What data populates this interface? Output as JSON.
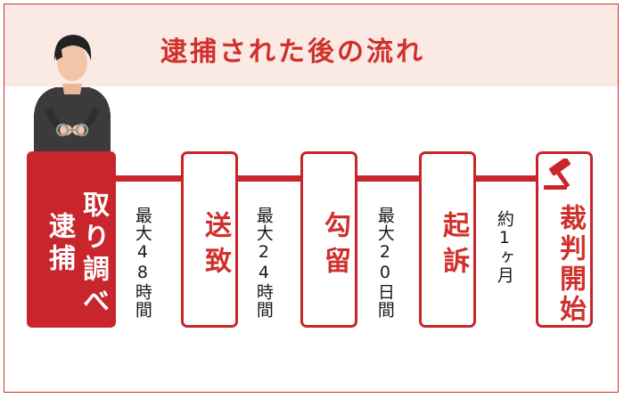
{
  "title": "逮捕された後の流れ",
  "colors": {
    "accent": "#c8262c",
    "title_band": "#fbe9e4"
  },
  "steps": [
    {
      "label_a": "取り調べ",
      "label_b": "逮捕"
    },
    {
      "label": "送致"
    },
    {
      "label": "勾留"
    },
    {
      "label": "起訴"
    },
    {
      "label": "裁判開始"
    }
  ],
  "durations": [
    "最大48時間",
    "最大24時間",
    "最大20日間",
    "約1ヶ月"
  ],
  "icons": [
    "arrested-person-icon",
    "gavel-icon"
  ]
}
